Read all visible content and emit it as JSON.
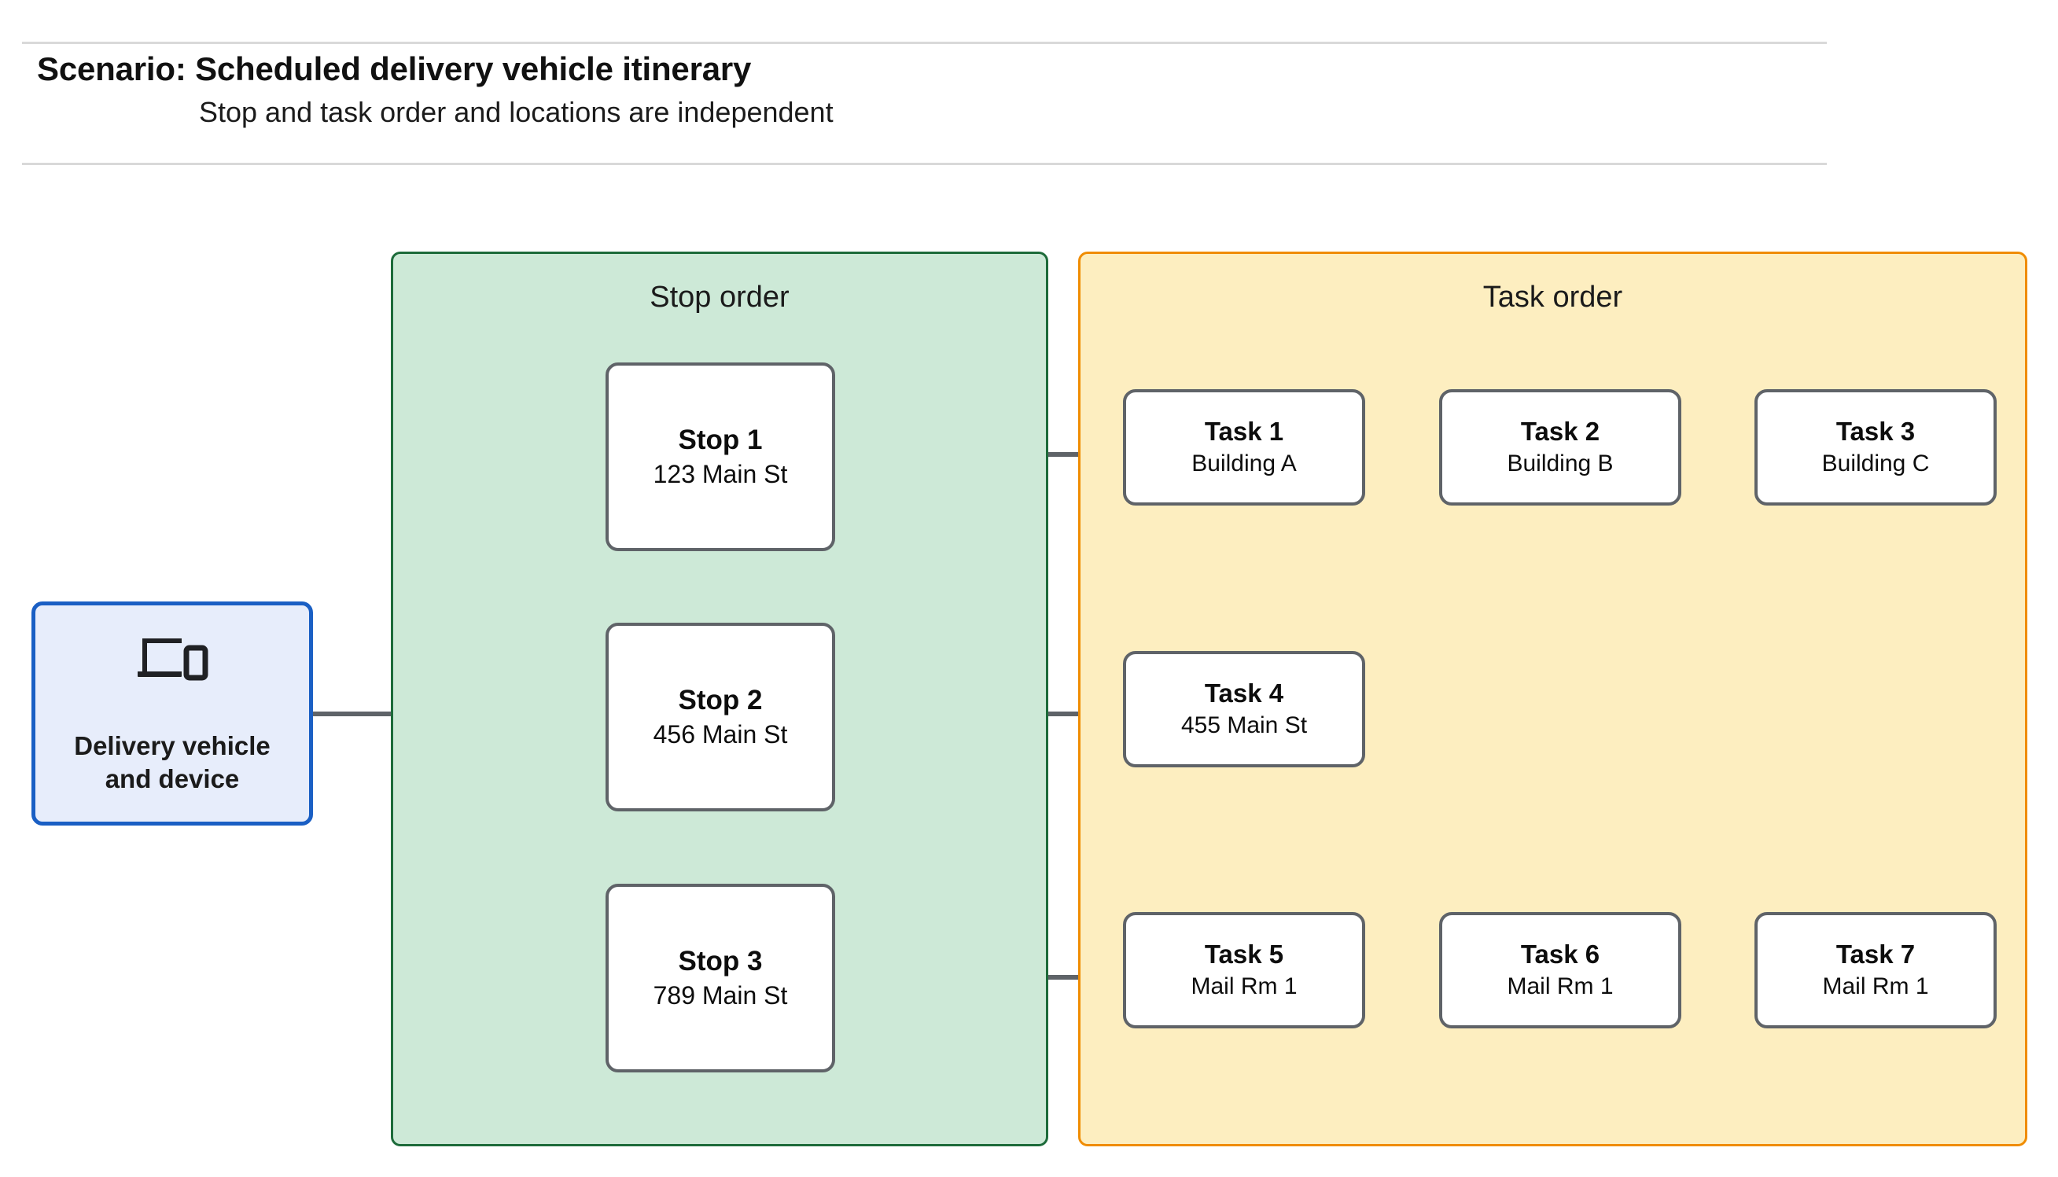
{
  "header": {
    "title": "Scenario: Scheduled delivery vehicle itinerary",
    "subtitle": "Stop and task order and locations are independent"
  },
  "vehicle": {
    "label": "Delivery vehicle\nand device",
    "icon": "devices-icon"
  },
  "groups": {
    "stop_order": {
      "title": "Stop order",
      "fill": "#cde9d7",
      "border": "#1d6b3a"
    },
    "task_order": {
      "title": "Task order",
      "fill": "#fdeec0",
      "border": "#f08c00"
    }
  },
  "stops": [
    {
      "title": "Stop 1",
      "address": "123 Main St"
    },
    {
      "title": "Stop 2",
      "address": "456 Main St"
    },
    {
      "title": "Stop 3",
      "address": "789 Main St"
    }
  ],
  "tasks": [
    {
      "title": "Task 1",
      "location": "Building A"
    },
    {
      "title": "Task 2",
      "location": "Building B"
    },
    {
      "title": "Task 3",
      "location": "Building C"
    },
    {
      "title": "Task 4",
      "location": "455 Main St"
    },
    {
      "title": "Task 5",
      "location": "Mail Rm 1"
    },
    {
      "title": "Task 6",
      "location": "Mail Rm 1"
    },
    {
      "title": "Task 7",
      "location": "Mail Rm 1"
    }
  ],
  "colors": {
    "connector": "#5f6368",
    "vehicle_fill": "#e7edfb",
    "vehicle_border": "#1a5fc4",
    "card_border": "#5f6368",
    "rule": "#d9d9d9"
  }
}
